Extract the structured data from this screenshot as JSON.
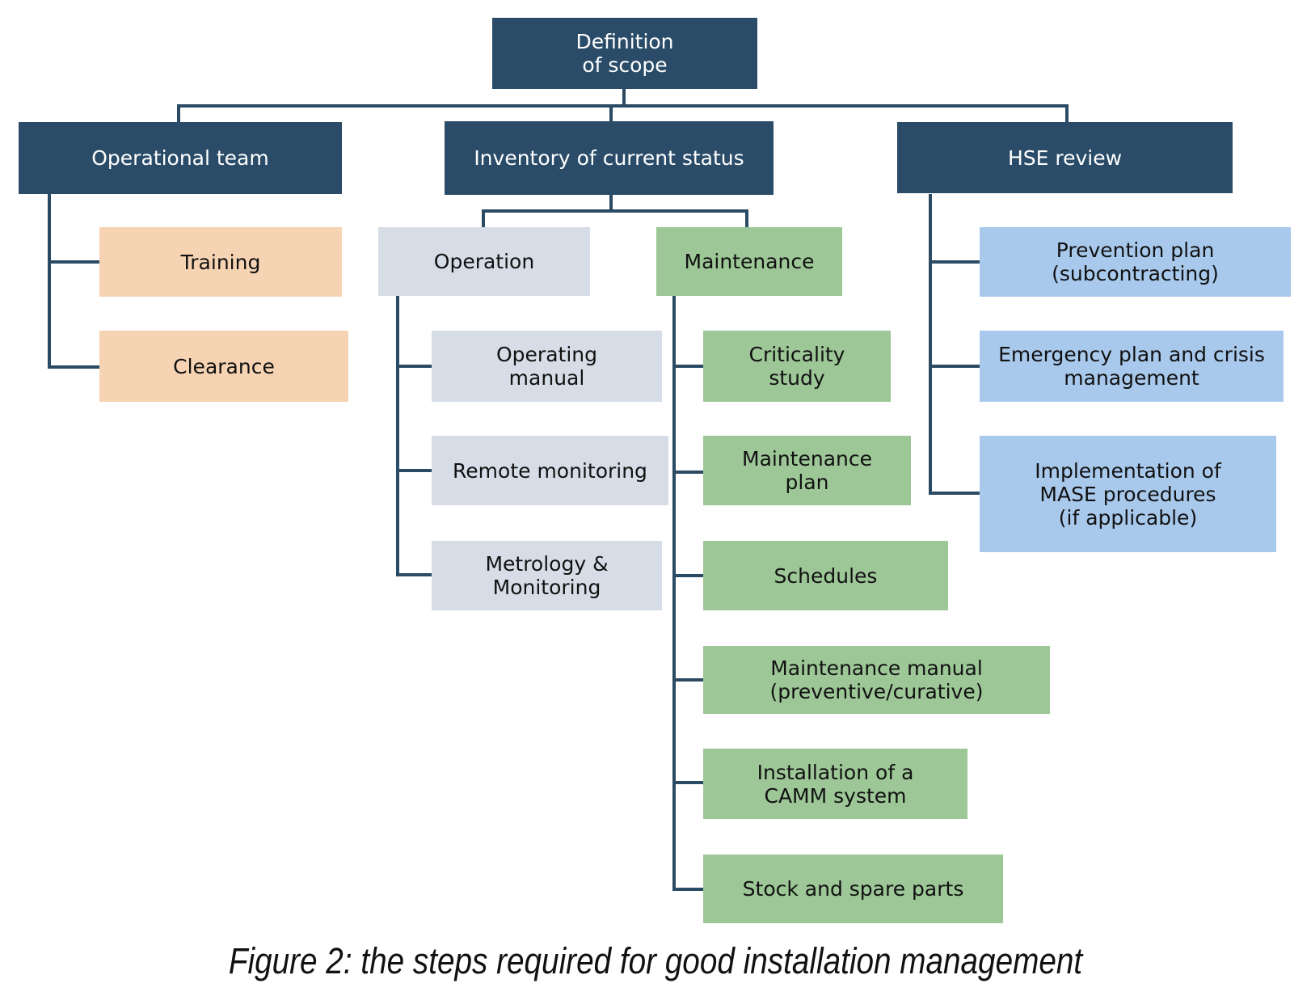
{
  "diagram": {
    "root": [
      "Definition",
      "of scope"
    ],
    "operational_team": {
      "label": "Operational team",
      "items": {
        "training": "Training",
        "clearance": "Clearance"
      }
    },
    "inventory": {
      "label": "Inventory of current status",
      "operation": {
        "label": "Operation",
        "items": {
          "operating_manual": [
            "Operating",
            "manual"
          ],
          "remote_monitoring": "Remote monitoring",
          "metrology": [
            "Metrology &",
            "Monitoring"
          ]
        }
      },
      "maintenance": {
        "label": "Maintenance",
        "items": {
          "criticality_study": [
            "Criticality",
            "study"
          ],
          "maintenance_plan": [
            "Maintenance",
            "plan"
          ],
          "schedules": "Schedules",
          "maintenance_manual": [
            "Maintenance manual",
            "(preventive/curative)"
          ],
          "camm": [
            "Installation of a",
            "CAMM system"
          ],
          "stock": "Stock and spare parts"
        }
      }
    },
    "hse_review": {
      "label": "HSE review",
      "items": {
        "prevention_plan": [
          "Prevention plan",
          "(subcontracting)"
        ],
        "emergency_plan": [
          "Emergency plan and crisis",
          "management"
        ],
        "mase": [
          "Implementation of",
          "MASE procedures",
          "(if applicable)"
        ]
      }
    },
    "colors": {
      "dark_box": "#2a4c68",
      "connector": "#2b4a63",
      "operational_team_items": "#f6d3b3",
      "operation_items": "#d6dde6",
      "maintenance_items": "#9dc797",
      "hse_items": "#a8c9ec"
    }
  },
  "caption": "Figure 2: the steps required for good installation management"
}
